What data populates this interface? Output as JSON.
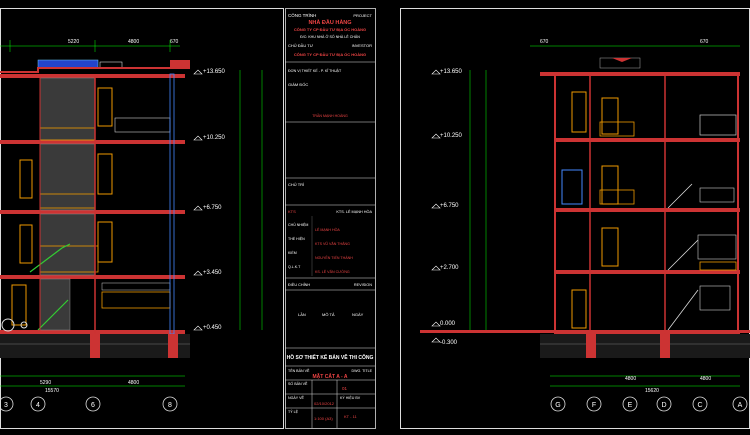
{
  "left_section": {
    "levels": [
      "+13.650",
      "+10.250",
      "+6.750",
      "+3.450",
      "+0.450"
    ],
    "dims_top": [
      "5220",
      "4800",
      "670"
    ],
    "dims_total": "15570",
    "dims_bottom": [
      "5290",
      "4800"
    ],
    "axes": [
      "3",
      "4",
      "6",
      "8"
    ]
  },
  "right_section": {
    "levels": [
      "+13.650",
      "+10.250",
      "+6.750",
      "+2.700",
      "0.000",
      "-0.300"
    ],
    "dims_top": [
      "670",
      "670"
    ],
    "dims_total": "15620",
    "dims_bottom": [
      "4800",
      "4800"
    ],
    "axes": [
      "G",
      "F",
      "E",
      "D",
      "C",
      "A"
    ]
  },
  "title_block": {
    "project_label": "CÔNG TRÌNH",
    "project_en": "PROJECT",
    "project_name": "NHÀ ĐẦU HÀNG",
    "company_line": "CÔNG TY CP ĐẦU TƯ ĐỊA ỐC HOÀNG",
    "address_label": "Đ/C: KHU NHÀ Ở SỐ NHÀ LÊ CHÂN",
    "owner_label": "CHỦ ĐẦU TƯ",
    "owner_en": "INVESTOR",
    "owner_name": "CÔNG TY CP ĐẦU TƯ ĐỊA ỐC HOÀNG",
    "design_label": "ĐƠN VỊ THIẾT KẾ - P. KĨ THUẬT",
    "director_label": "GIÁM ĐỐC",
    "director_name": "TRẦN MẠNH HOÀNG",
    "chuthi_label": "CHỦ TRÌ",
    "dept_label": "KTS. LÊ MẠNH HÒA",
    "kts_label": "KTS",
    "role_rows": [
      {
        "label": "CHỦ NHIỆM",
        "name": "LÊ MẠNH HÒA"
      },
      {
        "label": "THỂ HIỆN",
        "name": "KTS VŨ VĂN THẮNG"
      },
      {
        "label": "KIỂM",
        "name": "NGUYỄN TIẾN THÀNH"
      },
      {
        "label": "Q.L.K.T",
        "name": "KS. LÊ VĂN CƯỜNG"
      }
    ],
    "revision_label": "ĐIỀU CHỈNH",
    "revision_en": "REVISION",
    "rev_cols": [
      "LẦN",
      "MÔ TẢ",
      "NGÀY"
    ],
    "stage_title": "HỒ SƠ THIẾT KẾ BẢN VẼ THI CÔNG",
    "drawing_name_label": "TÊN BẢN VẼ",
    "drawing_name_en": "DWG. TITLE",
    "drawing_name": "MẶT CẮT A - A",
    "drawing_no_label": "SỐ BẢN VẼ",
    "drawing_no": "01",
    "date_label": "NGÀY VẼ",
    "date_value": "02/10/2012",
    "check_label": "KÝ HIỆU BV",
    "check_value": "KT - 11",
    "scale_label": "TỶ LỆ",
    "scale_value": "1:100 (A3)"
  }
}
